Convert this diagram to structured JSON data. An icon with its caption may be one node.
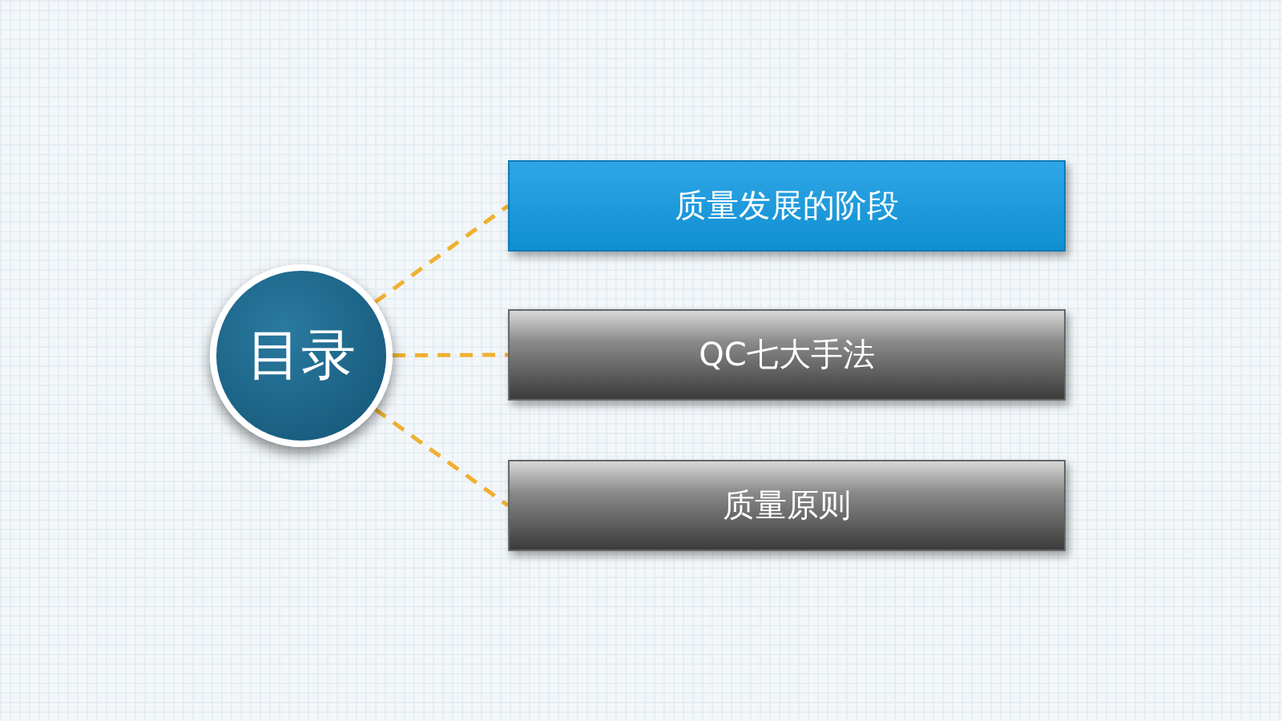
{
  "diagram": {
    "nodes": [
      {
        "text": [
          "目录"
        ]
      },
      {
        "text": [
          "质量发展的阶段"
        ]
      },
      {
        "text": [
          "QC七大手法"
        ]
      },
      {
        "text": [
          "质量原则"
        ]
      }
    ],
    "edges": [
      {
        "from": 0,
        "to": 1,
        "arrow": "none",
        "style": "dashed"
      },
      {
        "from": 0,
        "to": 2,
        "arrow": "none",
        "style": "dashed"
      },
      {
        "from": 0,
        "to": 3,
        "arrow": "none",
        "style": "dashed"
      }
    ]
  }
}
